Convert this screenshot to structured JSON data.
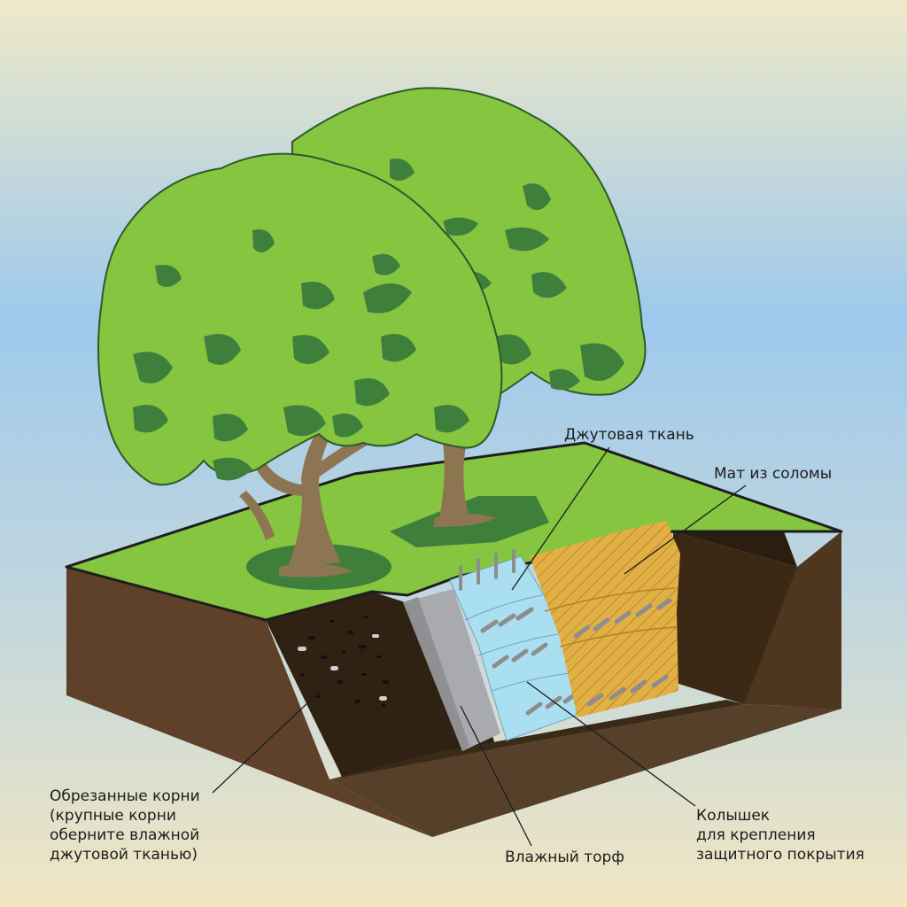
{
  "labels": {
    "jute": "Джутовая ткань",
    "straw": "Мат из соломы",
    "roots": [
      "Обрезанные корни",
      "(крупные корни",
      "оберните влажной",
      "джутовой тканью)"
    ],
    "peat": "Влажный торф",
    "stake": [
      "Колышек",
      "для крепления",
      "защитного покрытия"
    ]
  },
  "colors": {
    "sky_top": "#efe9c8",
    "sky_mid": "#9ec9ec",
    "sky_bottom": "#f1e6c2",
    "grass": "#86c540",
    "grass_shadow": "#3f7f3c",
    "foliage": "#86c540",
    "foliage_dark": "#3f7f3c",
    "trunk": "#8e7552",
    "soil": "#5a3f26",
    "soil_dark": "#3a2a18",
    "peat": "#a8aaad",
    "jute": "#a9dff0",
    "straw": "#e0b045"
  }
}
